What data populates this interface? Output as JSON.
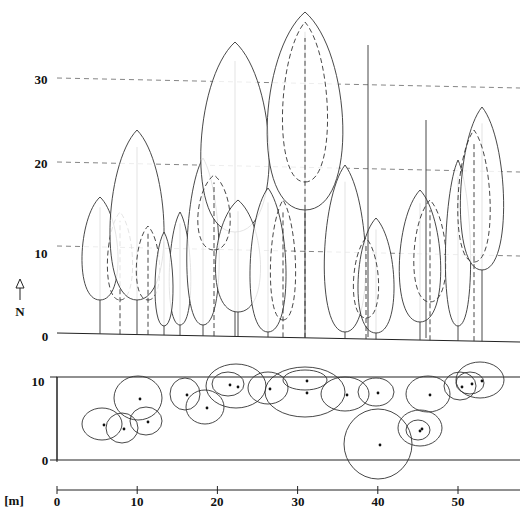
{
  "diagram": {
    "labels": [
      "30",
      "20",
      "10",
      "0",
      "N",
      "10",
      "0",
      "[m]",
      "0",
      "10",
      "20",
      "30",
      "40",
      "50"
    ]
  }
}
